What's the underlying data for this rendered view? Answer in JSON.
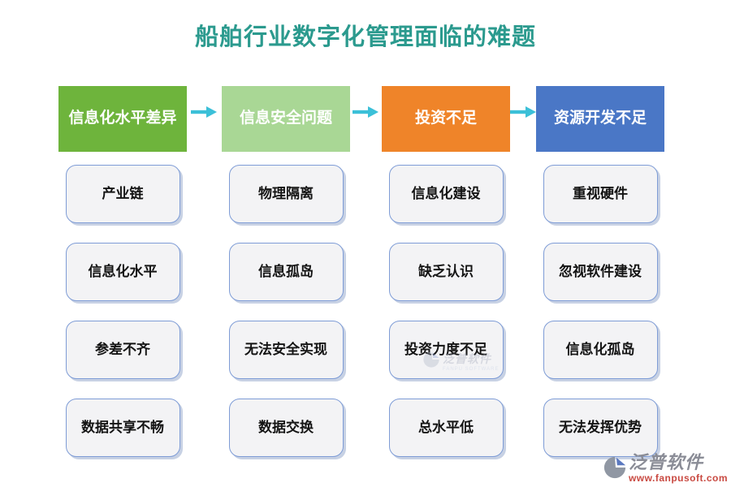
{
  "title": "船舶行业数字化管理面临的难题",
  "colors": {
    "title": "#2B9A8E",
    "header_green": "#6EB43C",
    "header_light_green": "#A9D795",
    "header_orange": "#EF8429",
    "header_blue": "#4A77C6",
    "arrow": "#3BC0D8",
    "card_border": "#7E9CD6",
    "card_background": "#F3F3F5",
    "logo_text": "#8A8C96",
    "logo_url": "#C94A42"
  },
  "columns": [
    {
      "header": "信息化水平差异",
      "header_color": "#6EB43C",
      "items": [
        "产业链",
        "信息化水平",
        "参差不齐",
        "数据共享不畅"
      ]
    },
    {
      "header": "信息安全问题",
      "header_color": "#A9D795",
      "items": [
        "物理隔离",
        "信息孤岛",
        "无法安全实现",
        "数据交换"
      ]
    },
    {
      "header": "投资不足",
      "header_color": "#EF8429",
      "items": [
        "信息化建设",
        "缺乏认识",
        "投资力度不足",
        "总水平低"
      ]
    },
    {
      "header": "资源开发不足",
      "header_color": "#4A77C6",
      "items": [
        "重视硬件",
        "忽视软件建设",
        "信息化孤岛",
        "无法发挥优势"
      ]
    }
  ],
  "watermark": {
    "text": "泛普软件",
    "subtext": "FANPU SOFTWARE"
  },
  "logo": {
    "name": "泛普软件",
    "url": "www.fanpusoft.com"
  }
}
